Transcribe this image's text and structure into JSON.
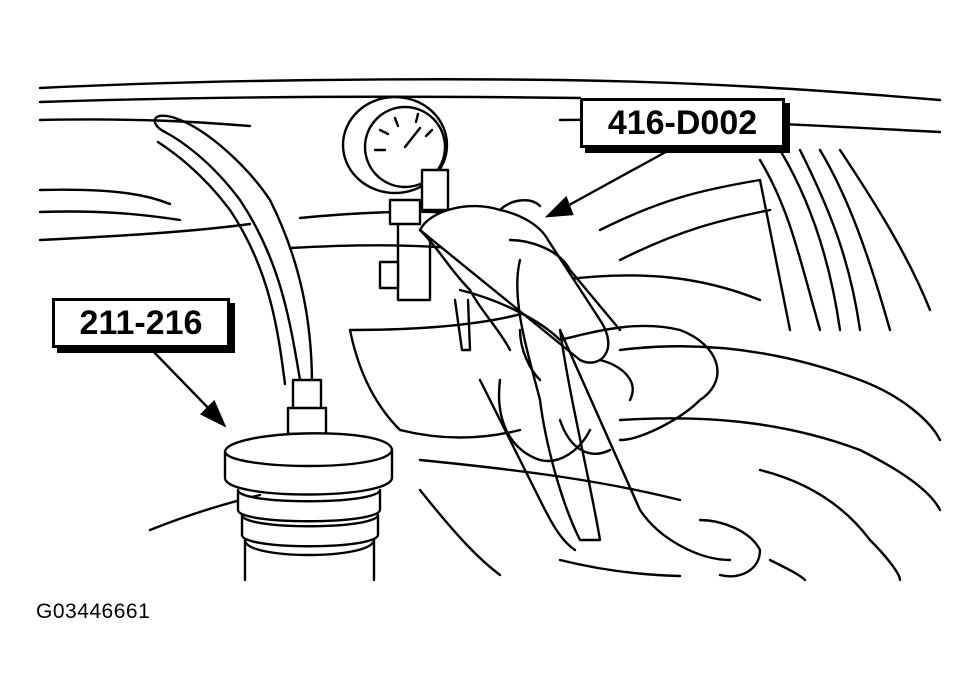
{
  "callouts": {
    "tool_a": "416-D002",
    "tool_b": "211-216"
  },
  "figure": {
    "id": "G03446661"
  },
  "colors": {
    "ink": "#000000",
    "paper": "#ffffff"
  }
}
